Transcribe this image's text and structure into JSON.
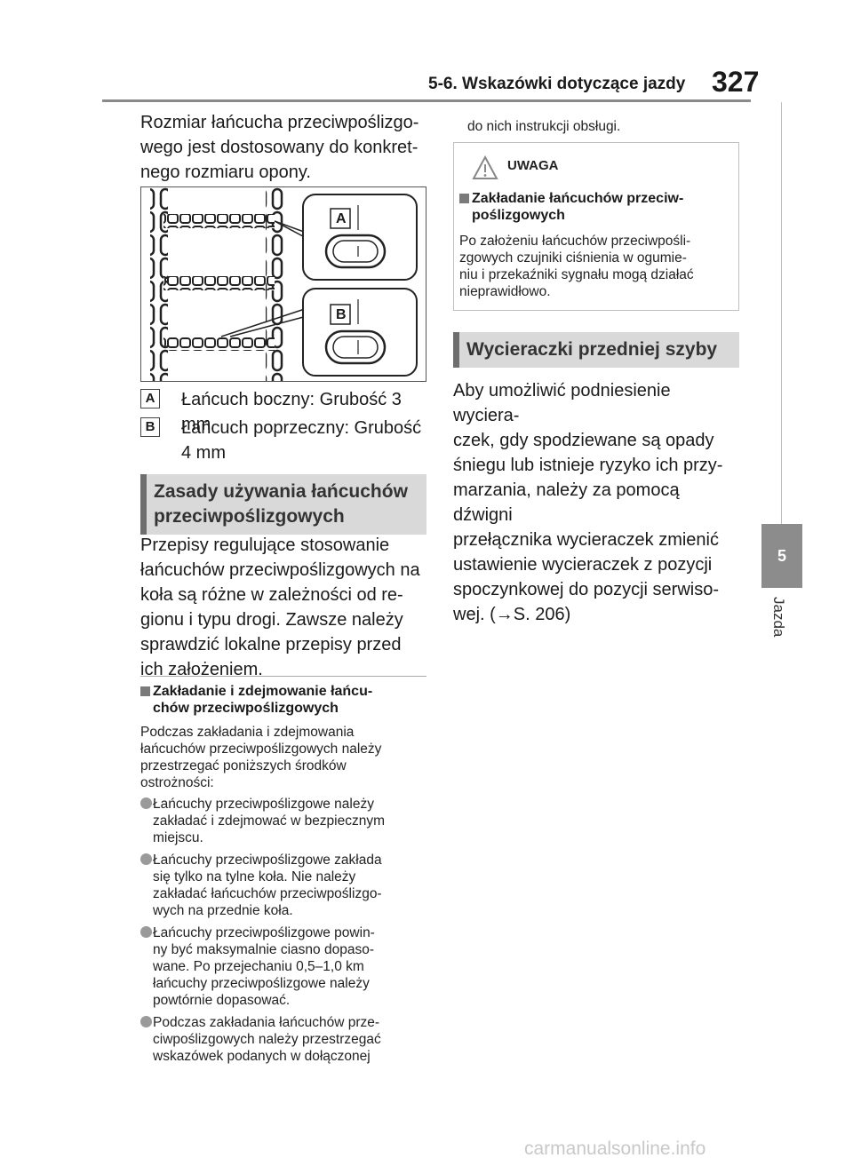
{
  "header": {
    "title": "5-6. Wskazówki dotyczące jazdy",
    "page_number": "327"
  },
  "side_tab": {
    "number": "5",
    "label": "Jazda"
  },
  "left": {
    "intro": "Rozmiar łańcucha przeciwpoślizgo-\nwego jest dostosowany do konkret-\nnego rozmiaru opony.",
    "figure_labels": {
      "a": "A",
      "b": "B"
    },
    "captions": [
      {
        "badge": "A",
        "text": "Łańcuch boczny: Grubość 3 mm"
      },
      {
        "badge": "B",
        "text": "Łańcuch poprzeczny: Grubość\n4 mm"
      }
    ],
    "section_title": "Zasady używania łańcuchów\nprzeciwpoślizgowych",
    "section_body": "Przepisy regulujące stosowanie\nłańcuchów przeciwpoślizgowych na\nkoła są różne w zależności od re-\ngionu i typu drogi. Zawsze należy\nsprawdzić lokalne przepisy przed\nich założeniem.",
    "sub_title": "Zakładanie i zdejmowanie łańcu-\nchów przeciwpoślizgowych",
    "sub_body": "Podczas zakładania i zdejmowania\nłańcuchów przeciwpoślizgowych należy\nprzestrzegać poniższych środków\nostrożności:",
    "bullets": [
      "Łańcuchy przeciwpoślizgowe należy\nzakładać i zdejmować w bezpiecznym\nmiejscu.",
      "Łańcuchy przeciwpoślizgowe zakłada\nsię tylko na tylne koła. Nie należy\nzakładać łańcuchów przeciwpoślizgo-\nwych na przednie koła.",
      "Łańcuchy przeciwpoślizgowe powin-\nny być maksymalnie ciasno dopaso-\nwane. Po przejechaniu 0,5–1,0 km\nłańcuchy przeciwpoślizgowe należy\npowtórnie dopasować.",
      "Podczas zakładania łańcuchów prze-\nciwpoślizgowych należy przestrzegać\nwskazówek podanych w dołączonej"
    ]
  },
  "right": {
    "continuation": "do nich instrukcji obsługi.",
    "warning": {
      "label": "UWAGA",
      "sub_title": "Zakładanie łańcuchów przeciw-\npoślizgowych",
      "body": "Po założeniu łańcuchów przeciwpośli-\nzgowych czujniki ciśnienia w ogumie-\nniu i przekaźniki sygnału mogą działać\nnieprawidłowo."
    },
    "section_title": "Wycieraczki przedniej szyby",
    "section_body": "Aby umożliwić podniesienie wyciera-\nczek, gdy spodziewane są opady\nśniegu lub istnieje ryzyko ich przy-\nmarzania, należy za pomocą dźwigni\nprzełącznika wycieraczek zmienić\nustawienie wycieraczek z pozycji\nspoczynkowej do pozycji serwiso-\nwej. (→S. 206)"
  },
  "watermark": "carmanualsonline.info",
  "icons": {
    "warning": "warning-triangle-icon",
    "square": "square-bullet-icon",
    "dot": "round-bullet-icon"
  }
}
